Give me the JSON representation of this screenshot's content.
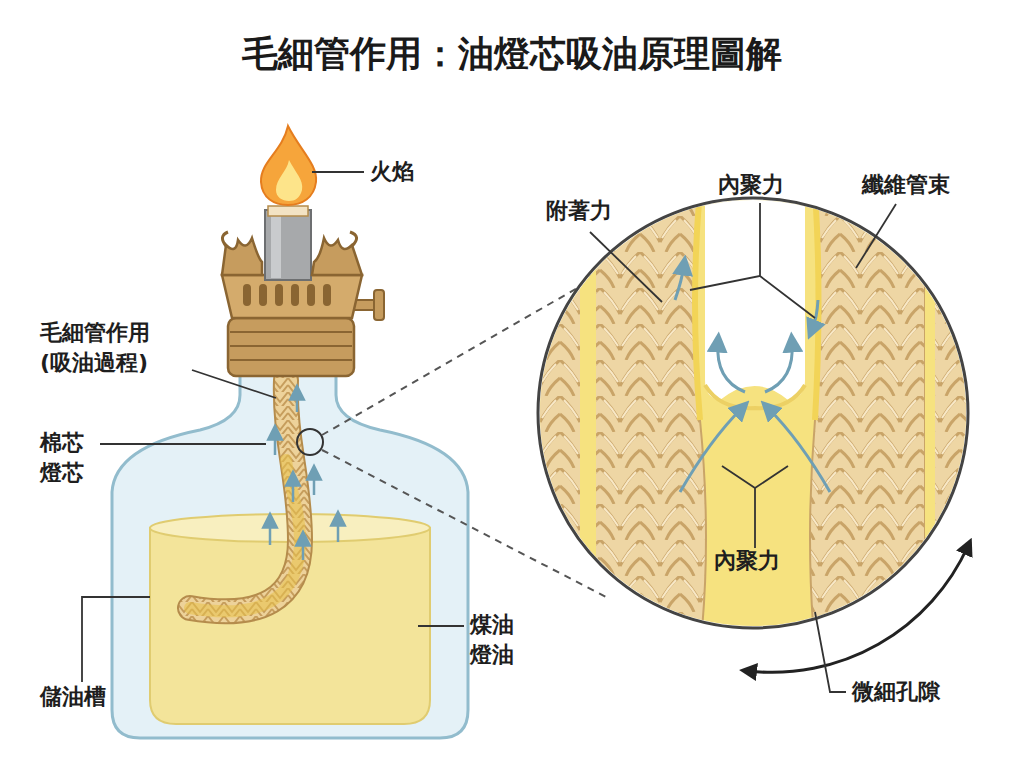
{
  "diagram": {
    "title": "毛細管作用：油燈芯吸油原理圖解",
    "labels": [
      "火焰",
      "毛細管作用 (吸油過程)",
      "棉芯 燈芯",
      "儲油槽",
      "煤油 燈油",
      "附著力",
      "內聚力",
      "纖維管束",
      "內聚力",
      "微細孔隙"
    ]
  }
}
